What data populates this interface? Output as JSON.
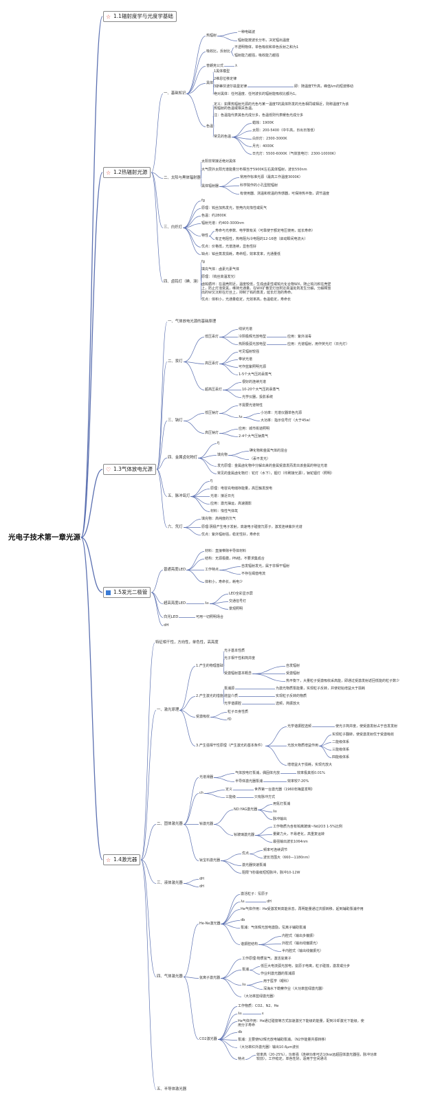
{
  "map": {
    "root": "光电子技术第一章光源",
    "colors": {
      "line": "#5a6fb0",
      "star": "#dd4433",
      "square": "#3a7bd5"
    },
    "l1": [
      {
        "id": "t11",
        "text": "1.1辐射度学与光度学基础",
        "icon": "star-icon"
      },
      {
        "id": "t12",
        "text": "1.2热辐射光源",
        "icon": "star-icon"
      },
      {
        "id": "t13",
        "text": "1.3气体放电光源",
        "icon": "heart-icon"
      },
      {
        "id": "t15",
        "text": "1.5发光二极管",
        "icon": "flag-icon"
      },
      {
        "id": "t14",
        "text": "1.4激光器",
        "icon": "star-icon"
      }
    ],
    "nodes": [
      [
        "a1",
        "一、基础知识"
      ],
      [
        "a1a",
        "热辐射"
      ],
      [
        "a1a1",
        "一种电磁波"
      ],
      [
        "a1a2",
        "辐射能按波长分布，决定辐出温度"
      ],
      [
        "a1b",
        "吸收比，反射比"
      ],
      [
        "a1b1",
        "不透明物体，单色吸收和单色反射之和为1"
      ],
      [
        "a1b2",
        "辐射能力越强，吸收能力越强"
      ],
      [
        "a1c",
        "普朗克公式"
      ],
      [
        "a1c1",
        "λ"
      ],
      [
        "a1d",
        "黑体"
      ],
      [
        "a1d1",
        "1黑体模型"
      ],
      [
        "a1d2",
        "2维恩位移定律"
      ],
      [
        "a1d3",
        "3斯蒂芬波尔兹曼定律"
      ],
      [
        "a1d3a",
        "即：随温度T升高，峰值λm向短波移动"
      ],
      [
        "a1d4",
        "绝对黑体：任何温度、任何波长的辐射能吸收比都为1。"
      ],
      [
        "a1e",
        "色温"
      ],
      [
        "a1e1",
        "定义：如果热辐射光源的光色与某一温度T的黑体所发的光色相同或相近，则称温度T为该热辐射的色温或相关色温。"
      ],
      [
        "a1e2",
        "注：色温指代表其色光成分多，色温低则代表暖色光成分多"
      ],
      [
        "a1e3",
        "常见的色温"
      ],
      [
        "a1e3a",
        "蜡烛：1900K"
      ],
      [
        "a1e3b",
        "太阳：200-5400（中午高，日出日落低）"
      ],
      [
        "a1e3c",
        "白炽灯：2300-3000K"
      ],
      [
        "a1e3d",
        "月光：4000K"
      ],
      [
        "a1e3e",
        "日光灯：5500-6000K（气体放电灯：2300-10000K）"
      ],
      [
        "a2",
        "二、太阳与黑体辐射器"
      ],
      [
        "a2a",
        "太阳非常接近绝对黑体"
      ],
      [
        "a2b",
        "大气层外太阳光谱能量分布相当于5900K左右黑体辐射，波长550nm"
      ],
      [
        "a2c",
        "黑体辐射器"
      ],
      [
        "a2c1",
        "常用作标准光源（最高工作温度3000K）"
      ],
      [
        "a2c2",
        "科学院作的小孔型腔辐射"
      ],
      [
        "a2c3",
        "有使用器、测温和校温的传感器，可保持热平衡，调节温度"
      ],
      [
        "a3",
        "三、白炽灯"
      ],
      [
        "a3a",
        "fg"
      ],
      [
        "a3b",
        "原理：钨丝加热发光，管壳内充惰性或氮气"
      ],
      [
        "a3c",
        "色温：约2800K"
      ],
      [
        "a3d",
        "辐射光谱：约400-3000nm"
      ],
      [
        "a3e",
        "特性"
      ],
      [
        "a3e1",
        "寿命与光参数、电学数有关（可靠使于额定电压使用，延长寿命）"
      ],
      [
        "a3e2",
        "有正电阻性，热电阻为冷电阻的12-16倍（启动瞬间电流大）"
      ],
      [
        "a3f",
        "优点：价格低，光谱连续，显色性好"
      ],
      [
        "a3g",
        "缺点：铂丝蒸发损耗，寿命短，效率发率，光通量低"
      ],
      [
        "a4",
        "四、卤钨灯（碘、溴）"
      ],
      [
        "a4a",
        "fg"
      ],
      [
        "a4b",
        "填充气体：卤素元素气体"
      ],
      [
        "a4c",
        "原理：（钨丝高温发光）"
      ],
      [
        "a4d",
        "卤钨循环：在温壳附近，温度较低，生成卤素性或钨元化合物WX，随止钨沉积在壳壁上，防止灯泡变黑，维持光通量。在WX扩散至灯丝附近高温处则发生分解，分解释放出的W又沉积在灯丝上，抑制了钨的蒸发，延长灯泡的寿命。"
      ],
      [
        "a4e",
        "优点：体积小，光通量稳定，光效率高，色温稳定，寿命长"
      ],
      [
        "b1",
        "一、气体放电光源的基础原理"
      ],
      [
        "b2",
        "二、汞灯"
      ],
      [
        "b2a",
        "低压汞灯"
      ],
      [
        "b2a1",
        "线状光谱"
      ],
      [
        "b2a2",
        "冷阴极辉光放电型"
      ],
      [
        "b2a2a",
        "应用：紫外消毒"
      ],
      [
        "b2a3",
        "热阴极弧光放电型"
      ],
      [
        "b2a3a",
        "应用：光谱辐射，用作荧光灯（日光灯）"
      ],
      [
        "b2b",
        "高压汞灯"
      ],
      [
        "b2b1",
        "可见辐射较强"
      ],
      [
        "b2b2",
        "带状光谱"
      ],
      [
        "b2b3",
        "可作蓝紫照明光源"
      ],
      [
        "b2b4",
        "1-5个大气压的汞蒸气"
      ],
      [
        "b2c",
        "超高压汞灯"
      ],
      [
        "b2c1",
        "很好的连续光谱"
      ],
      [
        "b2c2",
        "10-20个大气压的汞蒸气"
      ],
      [
        "b2c3",
        "光学仪器，投影系统"
      ],
      [
        "b3",
        "三、钠灯"
      ],
      [
        "b3a",
        "低压钠灯"
      ],
      [
        "b3a1",
        "不需要光谱特性"
      ],
      [
        "b3a2",
        "λs"
      ],
      [
        "b3a2a",
        "小功率：光谱仪器单色光源"
      ],
      [
        "b3a2b",
        "大功率：指示信号灯（大于45w）"
      ],
      [
        "b3b",
        "高压钠灯"
      ],
      [
        "b3b1",
        "应用：城市街道照明"
      ],
      [
        "b3b2",
        "2-4个大气压钠蒸气"
      ],
      [
        "b4",
        "四、金属卤化物灯"
      ],
      [
        "b4a",
        "fj"
      ],
      [
        "b4b",
        "填充物"
      ],
      [
        "b4b1",
        "碘化物和金属气体的混合"
      ],
      [
        "b4b2",
        "（汞不发光）"
      ],
      [
        "b4c",
        "发光原理：金属卤化物中分解出来的金属受激发而发出该金属的特征光谱"
      ],
      [
        "b4d",
        "常见的金属卤化物灯：铊灯（水下），铟灯（印刷接光源），钠铊铟灯（照明）"
      ],
      [
        "b5",
        "五、脉冲氙灯"
      ],
      [
        "b5a",
        "fj"
      ],
      [
        "b5b",
        "原理：电容充电储存能量，高压触发放电"
      ],
      [
        "b5c",
        "光谱：接近日光"
      ],
      [
        "b5d",
        "应用：激光抽运，高速摄影"
      ],
      [
        "b5e",
        "材料：惰性气体氙"
      ],
      [
        "b6",
        "六、氘灯"
      ],
      [
        "b6a",
        "填充物：高纯度的氘气"
      ],
      [
        "b6b",
        "原理:阴极产生电子发射，高速电子碰撞氘原子，激发连续紫外光谱"
      ],
      [
        "b6c",
        "优点：紫外辐射强，稳定性好，寿命长"
      ],
      [
        "c1",
        "普通亮度LED"
      ],
      [
        "c1a",
        "材料：直接带隙半导体材料"
      ],
      [
        "c1b",
        "结构：无源极膜，PN结，不要求集成合"
      ],
      [
        "c1c",
        "工作特点"
      ],
      [
        "c1c1",
        "自发辐射发光，属于非相干辐射"
      ],
      [
        "c1c2",
        "不存在阈值电流"
      ],
      [
        "c1d",
        "体积小，寿命长，耗电少"
      ],
      [
        "c2",
        "超高亮度LED"
      ],
      [
        "c2a",
        "λs"
      ],
      [
        "c2a1",
        "LED全彩显示屏"
      ],
      [
        "c2a2",
        "交通信号灯"
      ],
      [
        "c2a3",
        "景观照明"
      ],
      [
        "c3",
        "白光LED"
      ],
      [
        "c3a",
        "可用一切照明场合"
      ],
      [
        "c4",
        "dH"
      ],
      [
        "d0",
        "特征相干性，方向性，单色性，高亮度"
      ],
      [
        "d1",
        "一、激光原理"
      ],
      [
        "d1a",
        "1.产生的物理基础"
      ],
      [
        "d1a1",
        "光子基本性质"
      ],
      [
        "d1a2",
        "光子相干性和简并度"
      ],
      [
        "d1a3",
        "受激辐射基本概念"
      ],
      [
        "d1a3a",
        "自发辐射"
      ],
      [
        "d1a3b",
        "受激辐射"
      ],
      [
        "d1a3c",
        "热平衡下，大量粒子受激吸收采高能，即通过受激发射返回低能的粒子数少"
      ],
      [
        "d1b",
        "2.产生激光的措施"
      ],
      [
        "d1b1",
        "泵浦源"
      ],
      [
        "d1b1a",
        "为激光物质泵能量，实现粒子反转，并使初始增益大于损耗"
      ],
      [
        "d1b2",
        "增益介质"
      ],
      [
        "d1b2a",
        "实现粒子反转的物质"
      ],
      [
        "d1b3",
        "光学谐振腔"
      ],
      [
        "d1b3a",
        "选频，简振放大"
      ],
      [
        "d1c",
        "受激吸收"
      ],
      [
        "d1c1",
        "粒子日身性质"
      ],
      [
        "d1c2",
        "fD"
      ],
      [
        "d1d",
        "3.产生强相干性原理（产生激光的基本条件）"
      ],
      [
        "d1d1",
        "光学谐振腔选频"
      ],
      [
        "d1d1a",
        "使光子简并度，使受激发射占于自发发射"
      ],
      [
        "d1d2",
        "光放大物质增益作用"
      ],
      [
        "d1d2a",
        "实现粒子翻转，使受激发射优于受激吸收"
      ],
      [
        "d1d2b",
        "二能级体系"
      ],
      [
        "d1d2c",
        "三能级体系"
      ],
      [
        "d1d2d",
        "四能级体系"
      ],
      [
        "d1d3",
        "增增益大于损耗，实现光放大"
      ],
      [
        "d2",
        "二、固体激光器"
      ],
      [
        "d2a",
        "光谱滑器"
      ],
      [
        "d2a1",
        "气体放电灯泵浦，偶固体光放"
      ],
      [
        "d2a1a",
        "效率极其低0.01%"
      ],
      [
        "d2a2",
        "半导体激光器泵浦"
      ],
      [
        "d2a2a",
        "效率较7-20%"
      ],
      [
        "d2b",
        "ch"
      ],
      [
        "d2b1",
        "定义"
      ],
      [
        "d2b1a",
        "世界第一台激光器（1960年梅曼发明）"
      ],
      [
        "d2b2",
        "三能级"
      ],
      [
        "d2b2a",
        "只有脉冲方式"
      ],
      [
        "d2c",
        "钕激光器"
      ],
      [
        "d2c1",
        "ND:YAG激光器"
      ],
      [
        "d2c1a",
        "用氪灯泵浦"
      ],
      [
        "d2c1b",
        "λs"
      ],
      [
        "d2c1c",
        "脉冲输出"
      ],
      [
        "d2c2",
        "钕玻璃激光器"
      ],
      [
        "d2c2a",
        "工作物质为含有钨离玻璃~Nd2O3 1-5%比例"
      ],
      [
        "d2c2b",
        "量聚力大，不易老化，高重复运转"
      ],
      [
        "d2c2c",
        "最强输出波长1064nm"
      ],
      [
        "d2d",
        "钛宝石激光器"
      ],
      [
        "d2d1",
        "优点"
      ],
      [
        "d2d1a",
        "频率可连续调节"
      ],
      [
        "d2d1b",
        "波长范围大（660—1180nm）"
      ],
      [
        "d2d2",
        "激光器快速泵浦"
      ],
      [
        "d2d3",
        "阻限飞秒最级短短脉冲，脉冲10-12W"
      ],
      [
        "d3",
        "三、液体激光器"
      ],
      [
        "d3a",
        "dH"
      ],
      [
        "d3b",
        "dH"
      ],
      [
        "d4",
        "四、气体激光器"
      ],
      [
        "d4a",
        "He-Ne激光器"
      ],
      [
        "d4a1",
        "激活粒子：氖原子"
      ],
      [
        "d4a2",
        "λs"
      ],
      [
        "d4a2a",
        "dH"
      ],
      [
        "d4a3",
        "He气体作用：He受激发到高能状态，再明能量通过共振转移，起到辅助泵浦作用"
      ],
      [
        "d4a4",
        "db"
      ],
      [
        "d4a5",
        "泵浦：气体辉光放电激励，氖离子辅助泵浦"
      ],
      [
        "d4a6",
        "谐振腔结构"
      ],
      [
        "d4a6a",
        "内腔式（输出多偏振）"
      ],
      [
        "d4a6b",
        "外腔式（输出线偏振光）"
      ],
      [
        "d4a6c",
        "半内腔式（输出线偏振光）"
      ],
      [
        "d4b",
        "氩离子激光器"
      ],
      [
        "d4b1",
        "工作原理:物质氩气，激活氩离子"
      ],
      [
        "d4b2",
        "泵浦"
      ],
      [
        "d4b2a",
        "低压大电流弧光放电，氩原子电离，粒子碰撞，激发或分步"
      ],
      [
        "d4b2b",
        "作业利激光器的泵浦源"
      ],
      [
        "d4b3",
        "λs"
      ],
      [
        "d4b3a",
        "用于医学（眼科）"
      ],
      [
        "d4b3b",
        "深海水下勘察作业（大功率蓝绿激光器）"
      ],
      [
        "d4b4",
        "（大功率蓝绿激光器）"
      ],
      [
        "d4c",
        "CO2激光器"
      ],
      [
        "d4c1",
        "工作物质：CO2、N2、He"
      ],
      [
        "d4c2",
        "λs"
      ],
      [
        "d4c2a",
        "ε"
      ],
      [
        "d4c3",
        "He气体作用：He通过碰撞等方式加速激光下能级的能量，配到冷却激光下能级，使用分子寿命"
      ],
      [
        "d4c4",
        "db"
      ],
      [
        "d4c5",
        "泵浦：主要使N2辉光放电辅助泵浦。（N2作能量共振转移）"
      ],
      [
        "d4c6",
        "（大功率红外激光器）输出10.6μm波长"
      ],
      [
        "d4c7",
        "特点"
      ],
      [
        "d4c7a",
        "效率高（20-25%），功率强（连续功率可达10kw远超固体激光器强，脉冲功率较前），工作稳定，单色性好，适用于空间通讯"
      ],
      [
        "d5",
        "五、半导体激光器"
      ]
    ]
  }
}
